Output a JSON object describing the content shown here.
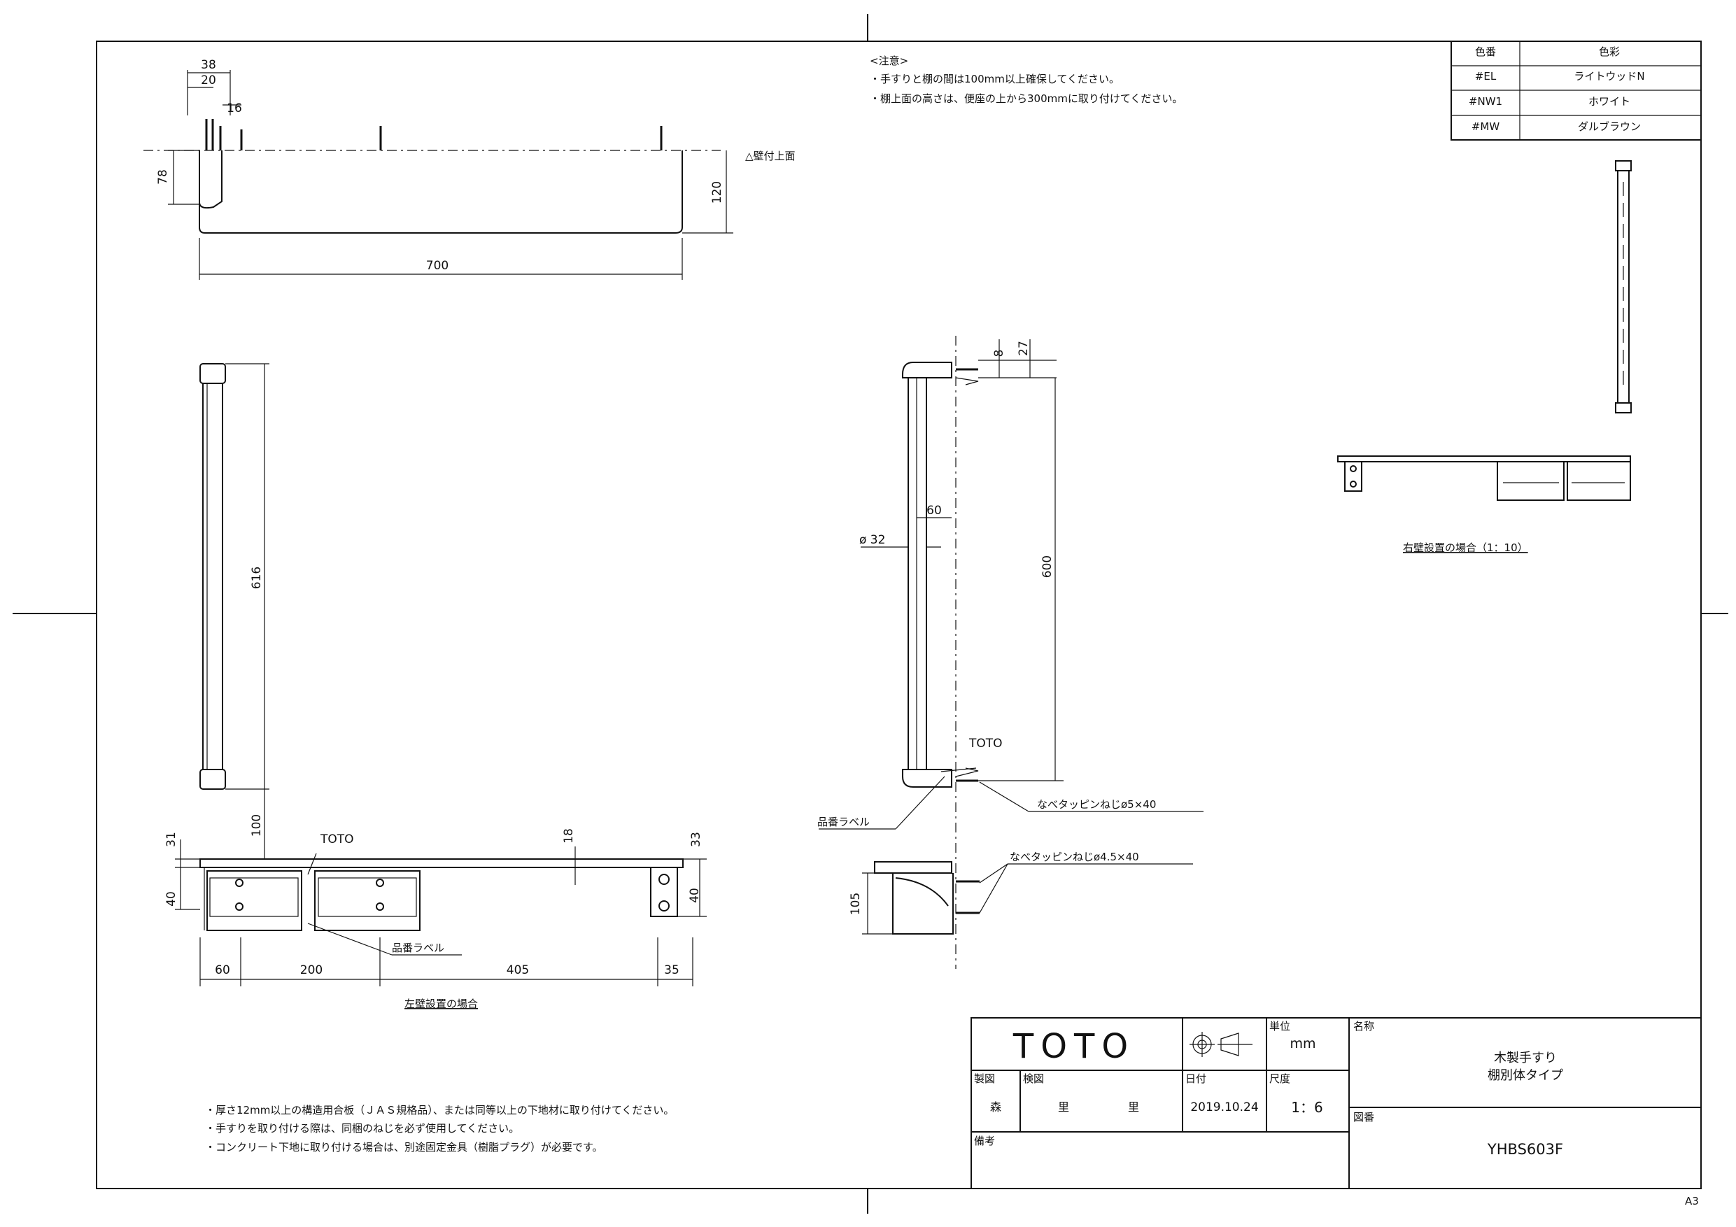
{
  "notes_top": {
    "heading": "<注意>",
    "items": [
      "・手すりと棚の間は100mm以上確保してください。",
      "・棚上面の高さは、便座の上から300mmに取り付けてください。"
    ]
  },
  "color_table": {
    "headers": [
      "色番",
      "色彩"
    ],
    "rows": [
      [
        "#EL",
        "ライトウッドN"
      ],
      [
        "#NW1",
        "ホワイト"
      ],
      [
        "#MW",
        "ダルブラウン"
      ]
    ]
  },
  "top_view": {
    "dims": [
      "38",
      "20",
      "16",
      "78",
      "120",
      "700"
    ],
    "wall_label": "△壁付上面"
  },
  "left_view": {
    "dims": [
      "616",
      "100",
      "31",
      "40",
      "18",
      "33",
      "40",
      "60",
      "200",
      "405",
      "35"
    ],
    "brand_label": "TOTO",
    "part_label": "品番ラベル",
    "caption": "左壁設置の場合"
  },
  "side_view": {
    "dims": [
      "8",
      "27",
      "60",
      "ø 32",
      "600",
      "105"
    ],
    "brand_label": "TOTO",
    "part_label": "品番ラベル",
    "screw1": "なべタッピンねじø5×40",
    "screw2": "なべタッピンねじø4.5×40"
  },
  "right_view": {
    "caption": "右壁設置の場合（1：10）"
  },
  "bottom_notes": [
    "・厚さ12mm以上の構造用合板（ＪＡＳ規格品）、または同等以上の下地材に取り付けてください。",
    "・手すりを取り付ける際は、同梱のねじを必ず使用してください。",
    "・コンクリート下地に取り付ける場合は、別途固定金具（樹脂プラグ）が必要です。"
  ],
  "title_block": {
    "logo": "TOTO",
    "unit_label": "単位",
    "unit_value": "mm",
    "name_label": "名称",
    "name_line1": "木製手すり",
    "name_line2": "棚別体タイプ",
    "drawn_label": "製図",
    "check_label": "検図",
    "date_label": "日付",
    "date_value": "2019.10.24",
    "scale_label": "尺度",
    "scale_value": "1：6",
    "drawing_no_label": "図番",
    "drawing_no_value": "YHBS603F",
    "remarks_label": "備考",
    "stamp1": "森",
    "stamp2": "里",
    "stamp3": "里"
  },
  "sheet_size": "A3"
}
